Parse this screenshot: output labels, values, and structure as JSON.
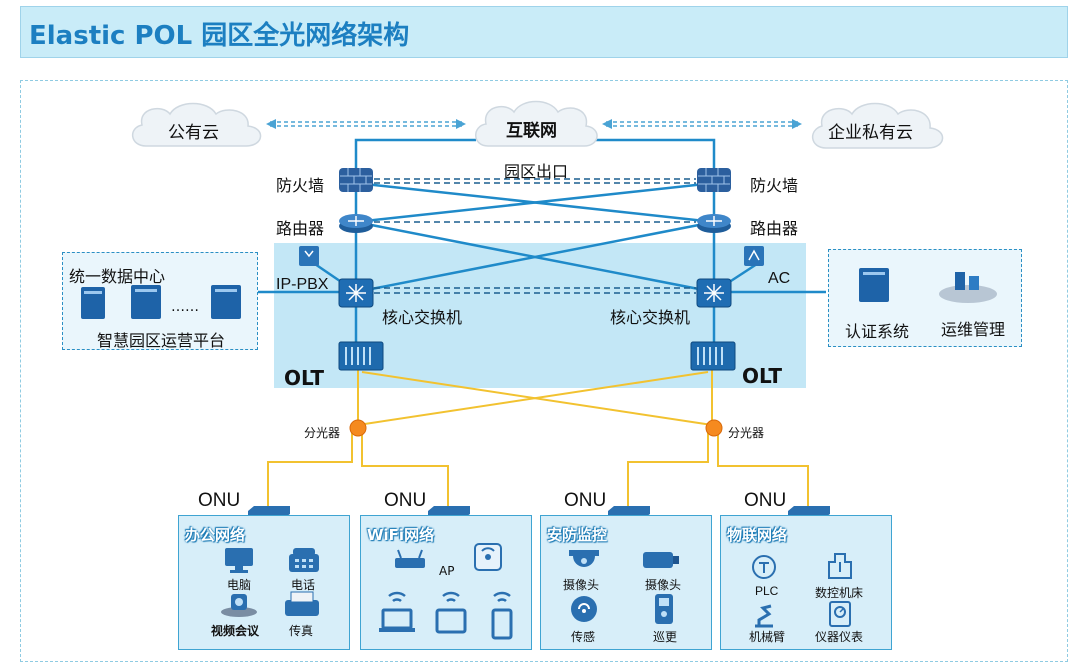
{
  "header": {
    "title": "Elastic POL 园区全光网络架构"
  },
  "clouds": {
    "public": "公有云",
    "internet": "互联网",
    "private": "企业私有云"
  },
  "egress": {
    "label": "园区出口"
  },
  "devices": {
    "firewall_left": "防火墙",
    "firewall_right": "防火墙",
    "router_left": "路由器",
    "router_right": "路由器",
    "ippbx": "IP-PBX",
    "ac": "AC",
    "core_left": "核心交换机",
    "core_right": "核心交换机",
    "olt_left": "OLT",
    "olt_right": "OLT",
    "splitter_left": "分光器",
    "splitter_right": "分光器"
  },
  "data_center": {
    "title": "统一数据中心",
    "dots": "……",
    "platform": "智慧园区运营平台"
  },
  "systems": {
    "auth": "认证系统",
    "ops": "运维管理"
  },
  "onu": {
    "label": "ONU"
  },
  "zones": [
    {
      "title": "办公网络",
      "items": [
        "电脑",
        "电话",
        "视频会议",
        "传真"
      ]
    },
    {
      "title": "WiFi网络",
      "items": [
        "AP"
      ]
    },
    {
      "title": "安防监控",
      "items": [
        "摄像头",
        "摄像头",
        "传感",
        "巡更"
      ]
    },
    {
      "title": "物联网络",
      "items": [
        "PLC",
        "数控机床",
        "机械臂",
        "仪器仪表"
      ]
    }
  ],
  "colors": {
    "accent": "#1c7fc1",
    "fiber": "#f2c230",
    "link": "#1f8ac9",
    "zone_fill": "#d7eef9"
  }
}
